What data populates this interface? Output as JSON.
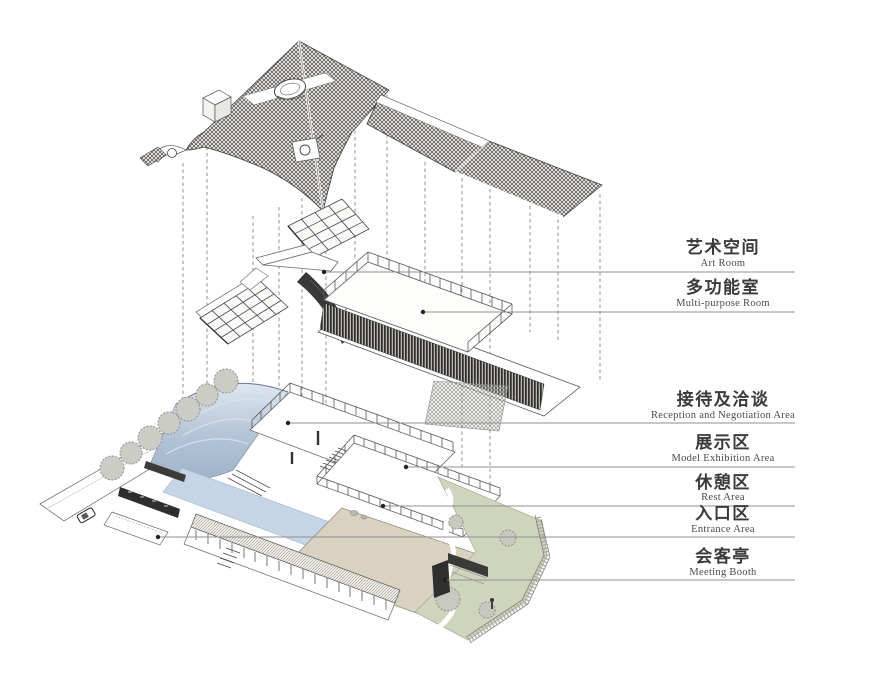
{
  "page": {
    "background": "#ffffff"
  },
  "diagram": {
    "kind": "exploded-axonometric-building-diagram",
    "labels": [
      {
        "id": "art-room",
        "zh": "艺术空间",
        "en": "Art Room"
      },
      {
        "id": "multi-purpose-room",
        "zh": "多功能室",
        "en": "Multi-purpose Room"
      },
      {
        "id": "reception",
        "zh": "接待及洽谈",
        "en": "Reception and Negotiation Area"
      },
      {
        "id": "exhibition",
        "zh": "展示区",
        "en": "Model Exhibition Area"
      },
      {
        "id": "rest-area",
        "zh": "休憩区",
        "en": "Rest Area"
      },
      {
        "id": "entrance",
        "zh": "入口区",
        "en": "Entrance Area"
      },
      {
        "id": "meeting-booth",
        "zh": "会客亭",
        "en": "Meeting Booth"
      }
    ],
    "colors": {
      "line": "#4a4a4a",
      "leader": "#8f8f8f",
      "vault_blue": "#b4c4d8",
      "water_blue": "#c6d5e6",
      "sand": "#d9d2c0",
      "foliage_green": "#cfd4bc",
      "tree_gray": "#caccc5",
      "panel_dark": "#2e2e2c"
    },
    "icons": {
      "car": "car-icon",
      "person": "person-icon",
      "tree": "tree-icon"
    }
  }
}
